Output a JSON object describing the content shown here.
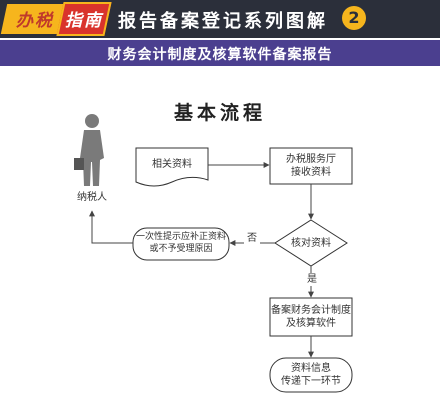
{
  "header": {
    "badge_left": "办税",
    "badge_right": "指南",
    "title": "报告备案登记系列图解",
    "number": "2",
    "subtitle": "财务会计制度及核算软件备案报告"
  },
  "diagram": {
    "section_title": "基本流程",
    "taxpayer_label": "纳税人",
    "doc_node": "相关资料",
    "receive_node": "办税服务厅\n接收资料",
    "check_node": "核对资料",
    "reject_node": "一次性提示应补正资料\n或不予受理原因",
    "no_label": "否",
    "yes_label": "是",
    "record_node": "备案财务会计制度\n及核算软件",
    "pass_node": "资料信息\n传递下一环节"
  },
  "colors": {
    "topbar": "#2b2f3a",
    "accent_yellow": "#f6b51d",
    "accent_red": "#d9332c",
    "subbar": "#4b3f8f"
  }
}
